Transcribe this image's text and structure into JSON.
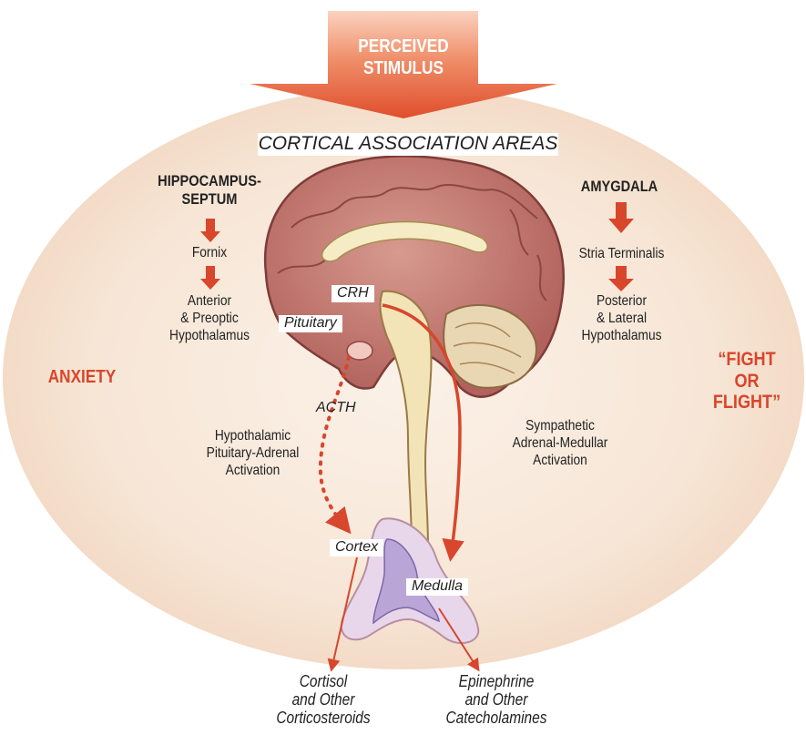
{
  "colors": {
    "oval": "#f6e3d3",
    "accent_red": "#d8462b",
    "text": "#222222",
    "brain": "#c77d76",
    "adrenal": "#b9a6d6"
  },
  "stimulus": {
    "line1": "PERCEIVED",
    "line2": "STIMULUS"
  },
  "cortical": "CORTICAL ASSOCIATION AREAS",
  "left_pathway": {
    "title1": "HIPPOCAMPUS-",
    "title2": "SEPTUM",
    "step1": "Fornix",
    "step2a": "Anterior",
    "step2b": "& Preoptic",
    "step2c": "Hypothalamus"
  },
  "right_pathway": {
    "title": "AMYGDALA",
    "step1": "Stria Terminalis",
    "step2a": "Posterior",
    "step2b": "& Lateral",
    "step2c": "Hypothalamus"
  },
  "anxiety": "ANXIETY",
  "fight": {
    "line1": "“FIGHT",
    "line2": "OR",
    "line3": "FLIGHT”"
  },
  "labels": {
    "crh": "CRH",
    "pituitary": "Pituitary",
    "acth": "ACTH",
    "cortex": "Cortex",
    "medulla": "Medulla"
  },
  "hpa": {
    "line1": "Hypothalamic",
    "line2": "Pituitary-Adrenal",
    "line3": "Activation"
  },
  "sam": {
    "line1": "Sympathetic",
    "line2": "Adrenal-Medullar",
    "line3": "Activation"
  },
  "outputs": {
    "left": {
      "line1": "Cortisol",
      "line2": "and Other",
      "line3": "Corticosteroids"
    },
    "right": {
      "line1": "Epinephrine",
      "line2": "and Other",
      "line3": "Catecholamines"
    }
  }
}
